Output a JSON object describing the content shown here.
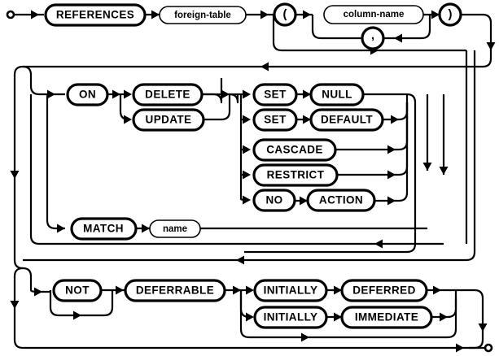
{
  "diagram": {
    "kind": "railroad-syntax-diagram",
    "name": "foreign-key-clause",
    "colors": {
      "background": "#ffffff",
      "stroke": "#000000",
      "fill": "#ffffff"
    },
    "endpoints": {
      "start": "start-connector",
      "end": "end-connector"
    },
    "rows": [
      {
        "id": "row-references",
        "nodes": [
          {
            "id": "references",
            "type": "terminal",
            "label": "REFERENCES"
          },
          {
            "id": "foreign-table",
            "type": "nonterminal",
            "label": "foreign-table"
          },
          {
            "id": "lparen",
            "type": "terminal-round",
            "label": "("
          },
          {
            "id": "column-name",
            "type": "nonterminal",
            "label": "column-name"
          },
          {
            "id": "comma",
            "type": "terminal-round",
            "label": ","
          },
          {
            "id": "rparen",
            "type": "terminal-round",
            "label": ")"
          }
        ]
      },
      {
        "id": "row-on-action",
        "nodes": [
          {
            "id": "on",
            "type": "terminal",
            "label": "ON"
          },
          {
            "id": "delete",
            "type": "terminal",
            "label": "DELETE"
          },
          {
            "id": "update",
            "type": "terminal",
            "label": "UPDATE"
          },
          {
            "id": "set-null-set",
            "type": "terminal",
            "label": "SET"
          },
          {
            "id": "null",
            "type": "terminal",
            "label": "NULL"
          },
          {
            "id": "set-default-set",
            "type": "terminal",
            "label": "SET"
          },
          {
            "id": "default",
            "type": "terminal",
            "label": "DEFAULT"
          },
          {
            "id": "cascade",
            "type": "terminal",
            "label": "CASCADE"
          },
          {
            "id": "restrict",
            "type": "terminal",
            "label": "RESTRICT"
          },
          {
            "id": "no",
            "type": "terminal",
            "label": "NO"
          },
          {
            "id": "action",
            "type": "terminal",
            "label": "ACTION"
          }
        ]
      },
      {
        "id": "row-match",
        "nodes": [
          {
            "id": "match",
            "type": "terminal",
            "label": "MATCH"
          },
          {
            "id": "name",
            "type": "nonterminal",
            "label": "name"
          }
        ]
      },
      {
        "id": "row-deferrable",
        "nodes": [
          {
            "id": "not",
            "type": "terminal",
            "label": "NOT"
          },
          {
            "id": "deferrable",
            "type": "terminal",
            "label": "DEFERRABLE"
          },
          {
            "id": "initially-deferred-initially",
            "type": "terminal",
            "label": "INITIALLY"
          },
          {
            "id": "deferred",
            "type": "terminal",
            "label": "DEFERRED"
          },
          {
            "id": "initially-immediate-initially",
            "type": "terminal",
            "label": "INITIALLY"
          },
          {
            "id": "immediate",
            "type": "terminal",
            "label": "IMMEDIATE"
          }
        ]
      }
    ],
    "labels": {
      "references": "REFERENCES",
      "foreign_table": "foreign-table",
      "lparen": "(",
      "column_name": "column-name",
      "comma": ",",
      "rparen": ")",
      "on": "ON",
      "delete": "DELETE",
      "update": "UPDATE",
      "set1": "SET",
      "null": "NULL",
      "set2": "SET",
      "default": "DEFAULT",
      "cascade": "CASCADE",
      "restrict": "RESTRICT",
      "no": "NO",
      "action": "ACTION",
      "match": "MATCH",
      "name": "name",
      "not": "NOT",
      "deferrable": "DEFERRABLE",
      "initially1": "INITIALLY",
      "deferred": "DEFERRED",
      "initially2": "INITIALLY",
      "immediate": "IMMEDIATE"
    }
  }
}
